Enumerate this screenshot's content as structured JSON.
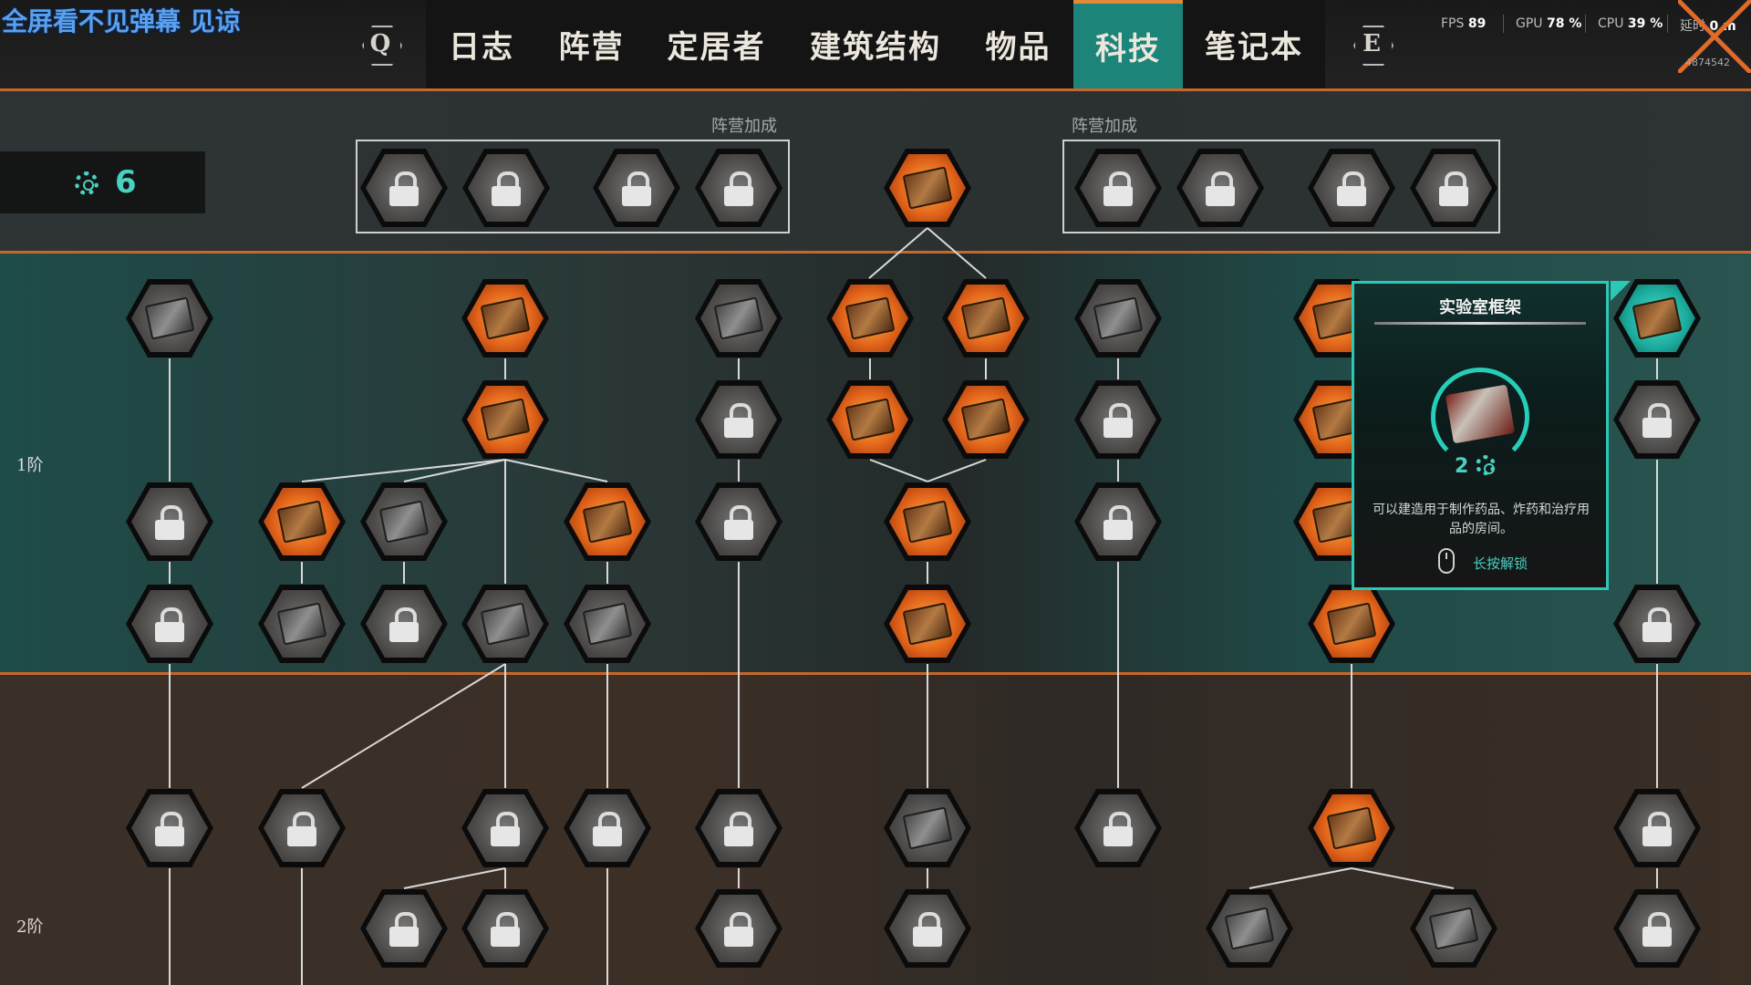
{
  "overlay_text": "全屏看不见弹幕 见谅",
  "nav": {
    "prev_key": "Q",
    "next_key": "E",
    "tabs": [
      {
        "label": "日志",
        "active": false
      },
      {
        "label": "阵营",
        "active": false
      },
      {
        "label": "定居者",
        "active": false
      },
      {
        "label": "建筑结构",
        "active": false
      },
      {
        "label": "物品",
        "active": false
      },
      {
        "label": "科技",
        "active": true
      },
      {
        "label": "笔记本",
        "active": false
      }
    ]
  },
  "perf": {
    "fps_label": "FPS",
    "fps_value": "89",
    "gpu_label": "GPU",
    "gpu_value": "78 %",
    "cpu_label": "CPU",
    "cpu_value": "39 %",
    "latency_label": "延时",
    "latency_value": "0 m"
  },
  "watermark_id": "4874542",
  "research_points": "6",
  "faction_bonus_labels": [
    "阵营加成",
    "阵营加成"
  ],
  "tiers": [
    "1阶",
    "2阶"
  ],
  "tooltip": {
    "title": "实验室框架",
    "cost": "2",
    "description": "可以建造用于制作药品、炸药和治疗用品的房间。",
    "action": "长按解锁"
  },
  "colors": {
    "accent_orange": "#c8672a",
    "accent_teal": "#2dc8b5",
    "research_teal": "#4ad0c0"
  }
}
